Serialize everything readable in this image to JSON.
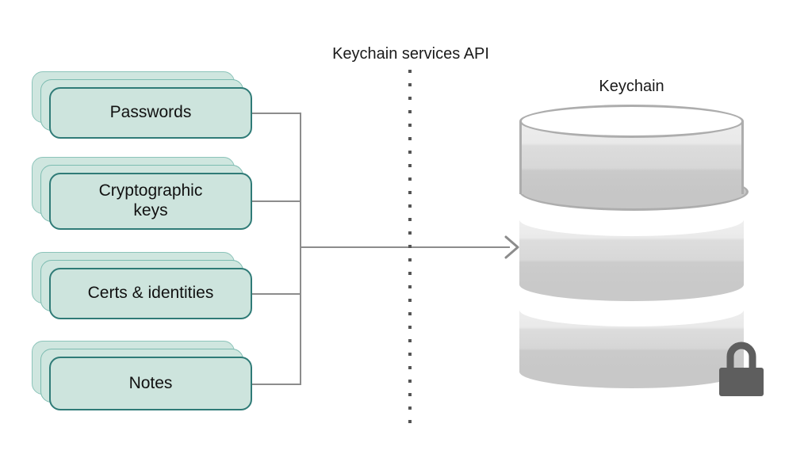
{
  "diagram": {
    "api_title": "Keychain services API",
    "store_title": "Keychain",
    "items": [
      {
        "label": "Passwords",
        "name": "passwords"
      },
      {
        "label": "Cryptographic\nkeys",
        "name": "cryptographic-keys"
      },
      {
        "label": "Certs & identities",
        "name": "certs-and-identities"
      },
      {
        "label": "Notes",
        "name": "notes"
      }
    ],
    "icons": {
      "lock": "lock-icon",
      "arrow": "arrow-right-icon",
      "divider": "dotted-divider"
    },
    "colors": {
      "card_fill": "#cde4dd",
      "card_border": "#2f7b77",
      "card_back_border": "#8cc4ba",
      "connector": "#8c8c8c",
      "cylinder_light": "#ededed",
      "cylinder_dark": "#c6c6c6",
      "cylinder_border": "#adadad",
      "lock_fill": "#5e5e5e",
      "text": "#1a1a1a",
      "background": "#ffffff"
    }
  }
}
